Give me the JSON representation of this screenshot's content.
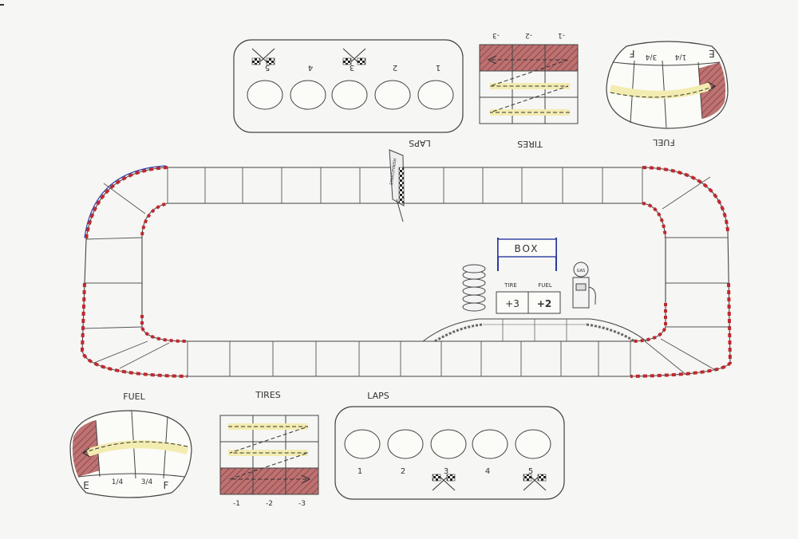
{
  "colors": {
    "ink": "#3a3a3a",
    "paper": "#f6f6f4",
    "curb_red": "#c0282e",
    "curb_blue": "#3344aa",
    "reserve_red": "#a33a3a",
    "highlight": "#f3ecb0"
  },
  "pit": {
    "box_label": "BOX",
    "tire_label": "TIRE",
    "fuel_label": "FUEL",
    "tire_bonus": "+3",
    "fuel_bonus": "+2",
    "pump_label": "GAS"
  },
  "start_finish_label": "START/FINISH",
  "players": [
    {
      "position": "bottom",
      "fuel": {
        "title": "FUEL",
        "marks": [
          "E",
          "1/4",
          "3/4",
          "F"
        ]
      },
      "tires": {
        "title": "TIRES",
        "columns": [
          "-1",
          "-2",
          "-3"
        ]
      },
      "laps": {
        "title": "LAPS",
        "numbers": [
          "1",
          "2",
          "3",
          "4",
          "5"
        ]
      }
    },
    {
      "position": "top",
      "fuel": {
        "title": "FUEL",
        "marks": [
          "E",
          "1/4",
          "3/4",
          "F"
        ]
      },
      "tires": {
        "title": "TIRES",
        "columns": [
          "-1",
          "-2",
          "-3"
        ]
      },
      "laps": {
        "title": "LAPS",
        "numbers": [
          "1",
          "2",
          "3",
          "4",
          "5"
        ]
      }
    }
  ]
}
